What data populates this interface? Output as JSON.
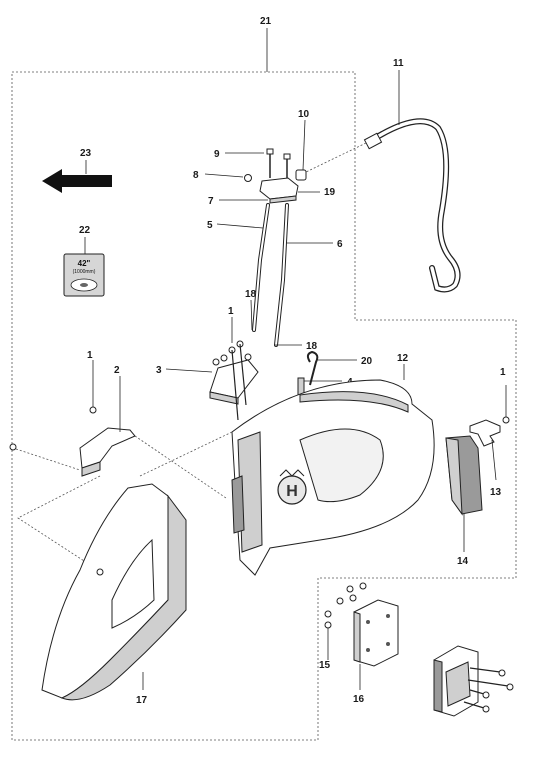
{
  "callouts": {
    "c1a": "1",
    "c1b": "1",
    "c1c": "1",
    "c2": "2",
    "c3": "3",
    "c4": "4",
    "c5": "5",
    "c6": "6",
    "c7": "7",
    "c8": "8",
    "c9": "9",
    "c10": "10",
    "c11": "11",
    "c12": "12",
    "c13": "13",
    "c14": "14",
    "c15": "15",
    "c16": "16",
    "c17": "17",
    "c18a": "18",
    "c18b": "18",
    "c19": "19",
    "c20": "20",
    "c21": "21",
    "c22": "22",
    "c23": "23"
  },
  "badge": {
    "size": "42\"",
    "metric": "(1000mm)"
  },
  "colors": {
    "line": "#222222",
    "fill_light": "#cfcfcf",
    "fill_dark": "#9a9a9a"
  }
}
